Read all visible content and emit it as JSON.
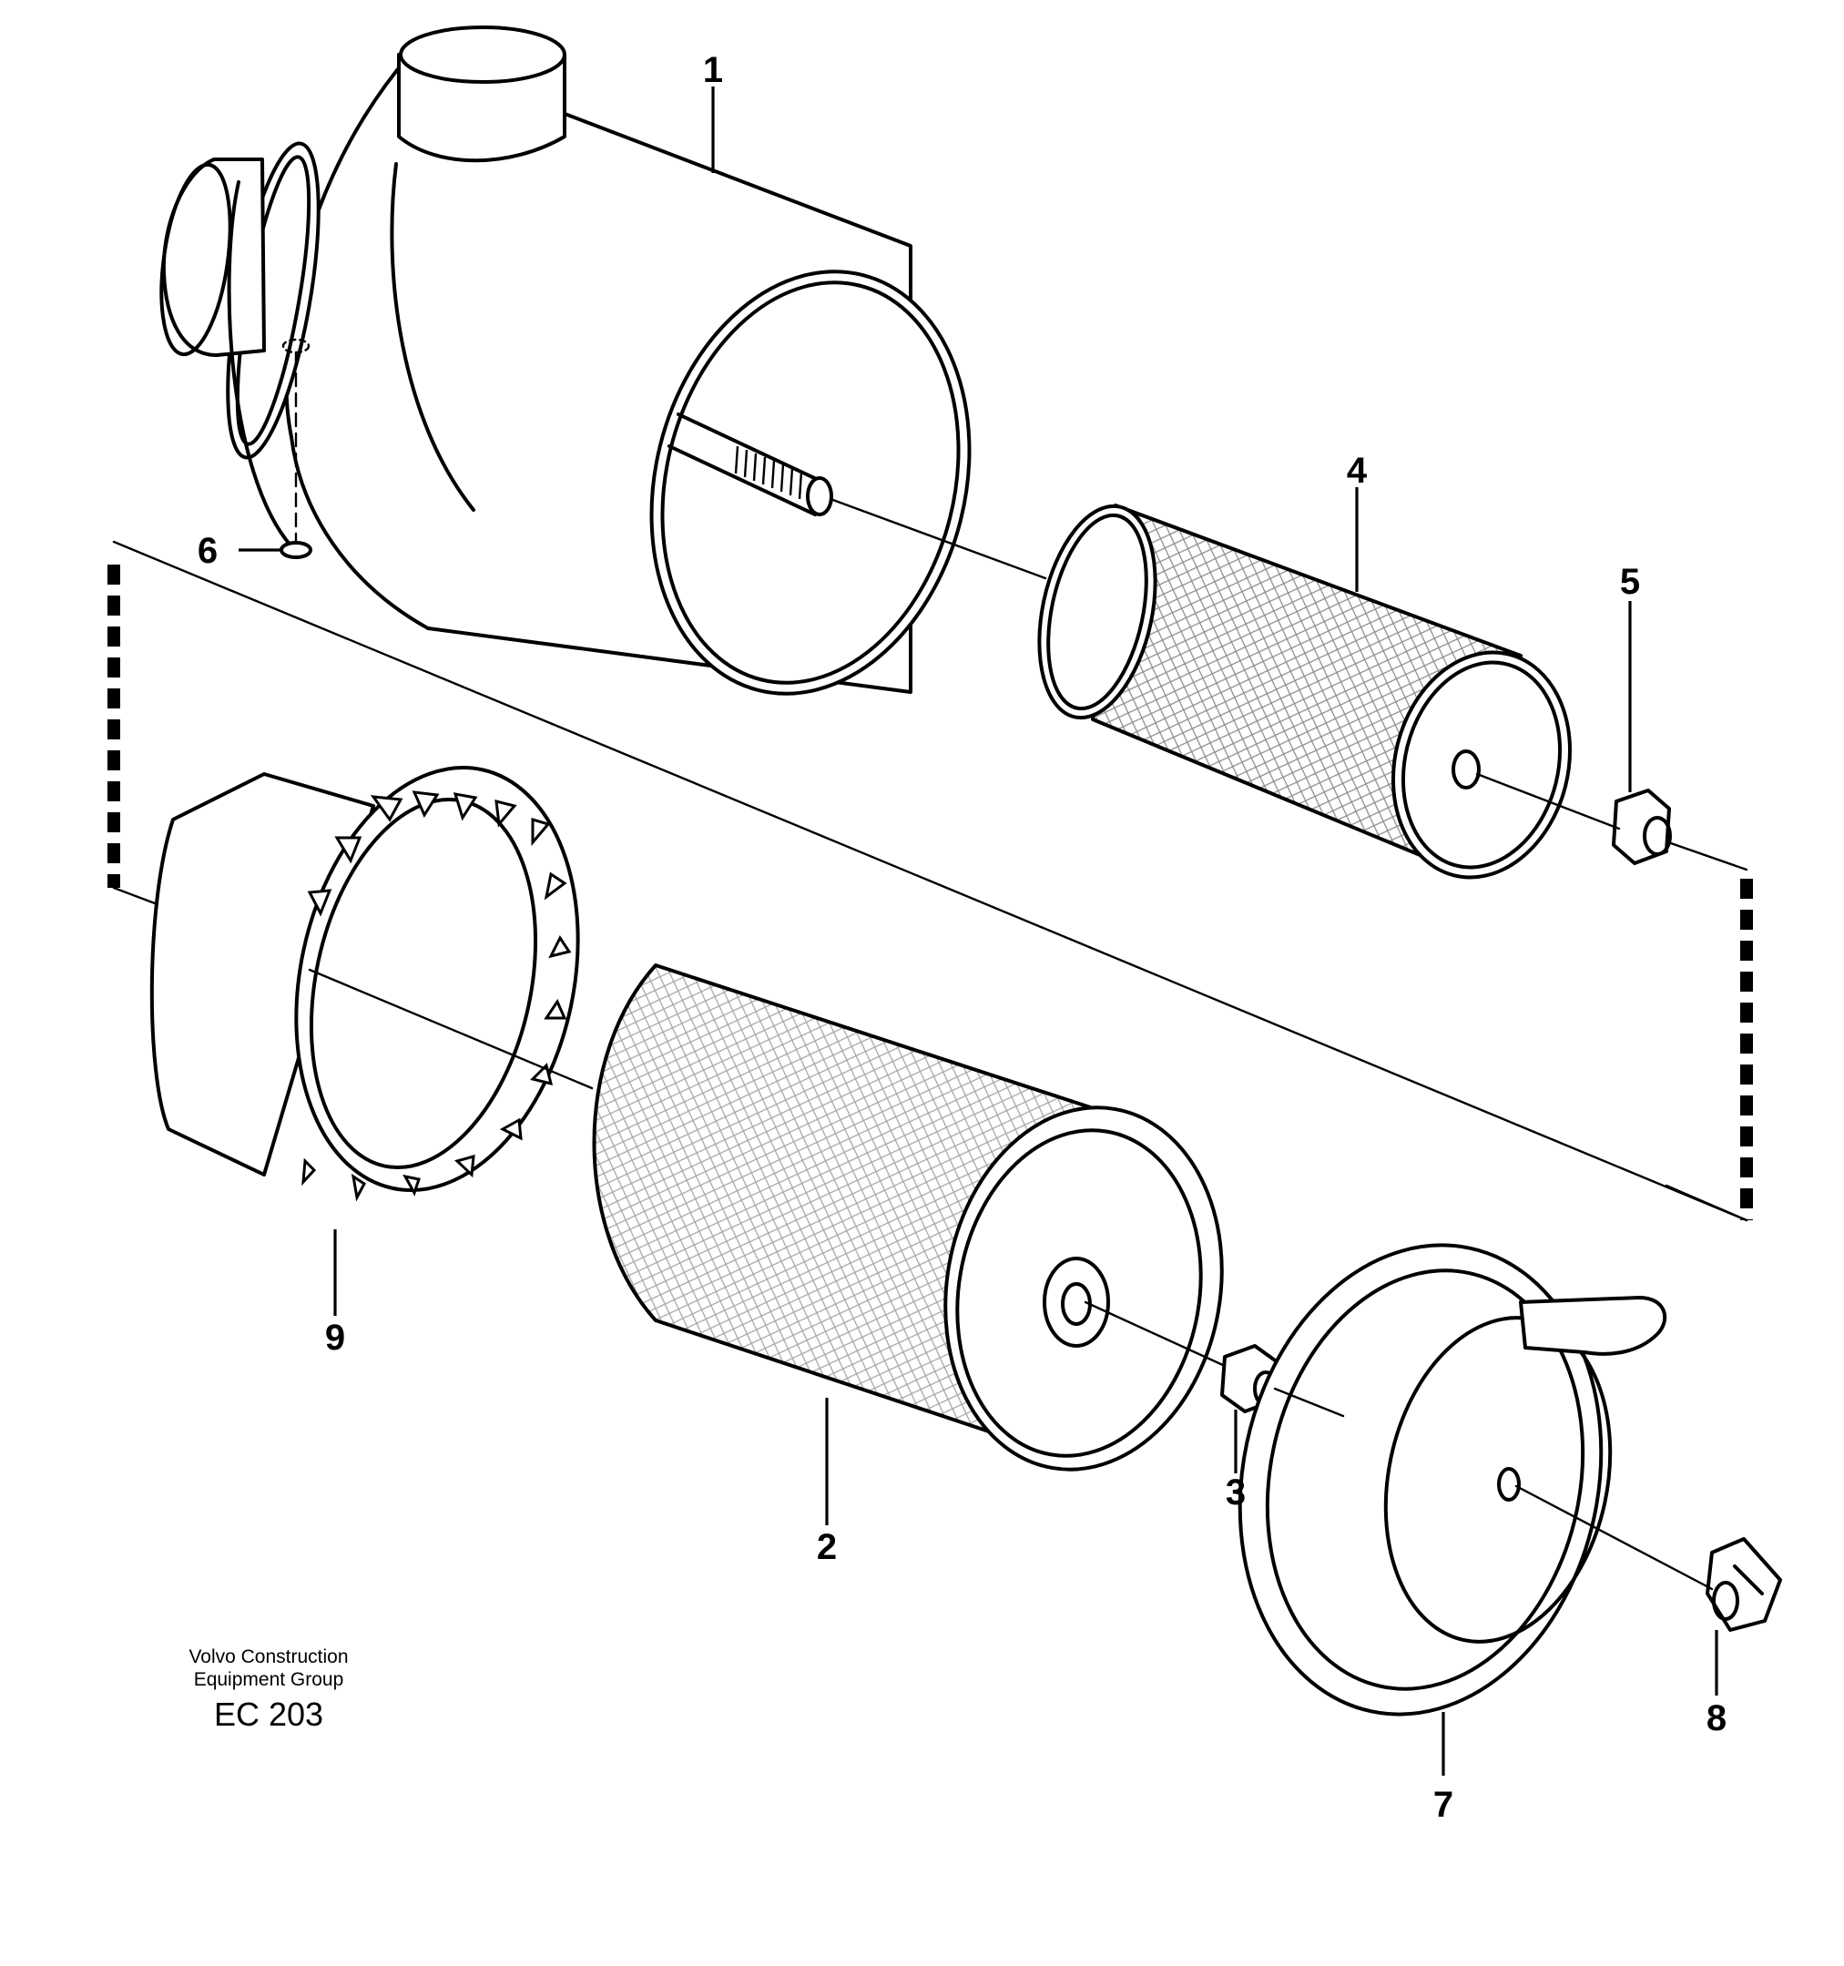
{
  "diagram": {
    "callouts": [
      "1",
      "2",
      "3",
      "4",
      "5",
      "6",
      "7",
      "8",
      "9"
    ]
  },
  "caption": {
    "line1": "Volvo Construction",
    "line2": "Equipment Group",
    "code": "EC 203"
  }
}
